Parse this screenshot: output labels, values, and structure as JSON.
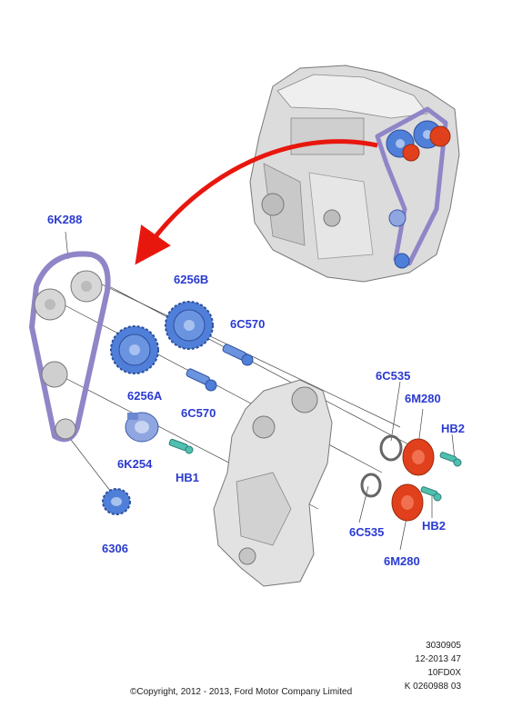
{
  "colors": {
    "callout": "#2a3ad0",
    "arrow": "#e8170e",
    "belt": "#8f86c7",
    "sprocket_blue": "#4f7fd8",
    "actuator_red": "#e0401c",
    "metal": "#d8d8d8"
  },
  "callouts": {
    "belt": "6K288",
    "sprocket_b": "6256B",
    "bolt_top": "6C570",
    "sprocket_a": "6256A",
    "bolt_bottom": "6C570",
    "tensioner": "6K254",
    "hb1": "HB1",
    "crank_sprocket": "6306",
    "seal_top": "6C535",
    "actuator_top": "6M280",
    "hb2_top": "HB2",
    "seal_bottom": "6C535",
    "hb2_bottom": "HB2",
    "actuator_bottom": "6M280"
  },
  "meta": {
    "line1": "3030905",
    "line2": "12-2013 47",
    "line3": "10FD0X",
    "line4": "K 0260988 03"
  },
  "copyright": "©Copyright, 2012 - 2013, Ford Motor Company Limited"
}
